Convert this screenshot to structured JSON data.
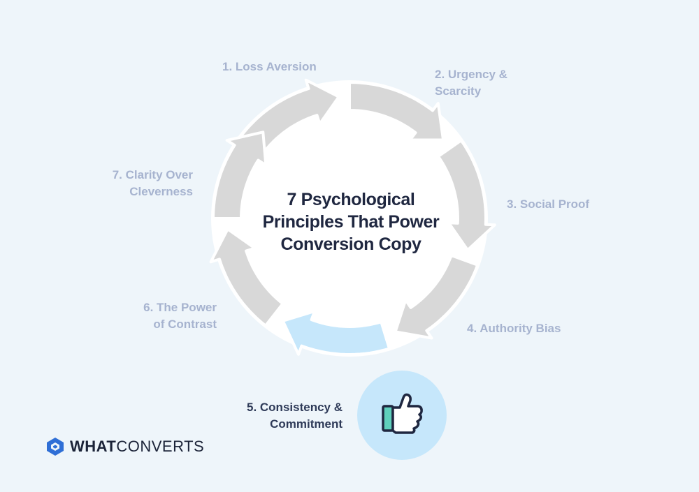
{
  "title": "7  Psychological\nPrinciples That Power\nConversion Copy",
  "steps": [
    {
      "label": "1. Loss Aversion",
      "active": false
    },
    {
      "label": "2. Urgency &\nScarcity",
      "active": false
    },
    {
      "label": "3. Social Proof",
      "active": false
    },
    {
      "label": "4. Authority Bias",
      "active": false
    },
    {
      "label": "5. Consistency &\nCommitment",
      "active": true
    },
    {
      "label": "6. The Power\nof Contrast",
      "active": false
    },
    {
      "label": "7. Clarity Over\nCleverness",
      "active": false
    }
  ],
  "highlight_icon": "thumbs-up-icon",
  "logo": {
    "bold": "WHAT",
    "light": "CONVERTS"
  },
  "colors": {
    "background": "#eef5fa",
    "arrow_gray": "#d8d8d8",
    "arrow_active": "#c6e7fb",
    "label_muted": "#a6b3cf",
    "label_active": "#2e3a58",
    "title": "#1f2740",
    "badge_fill": "#c6e7fb",
    "logo_blue": "#2f6fd6"
  }
}
